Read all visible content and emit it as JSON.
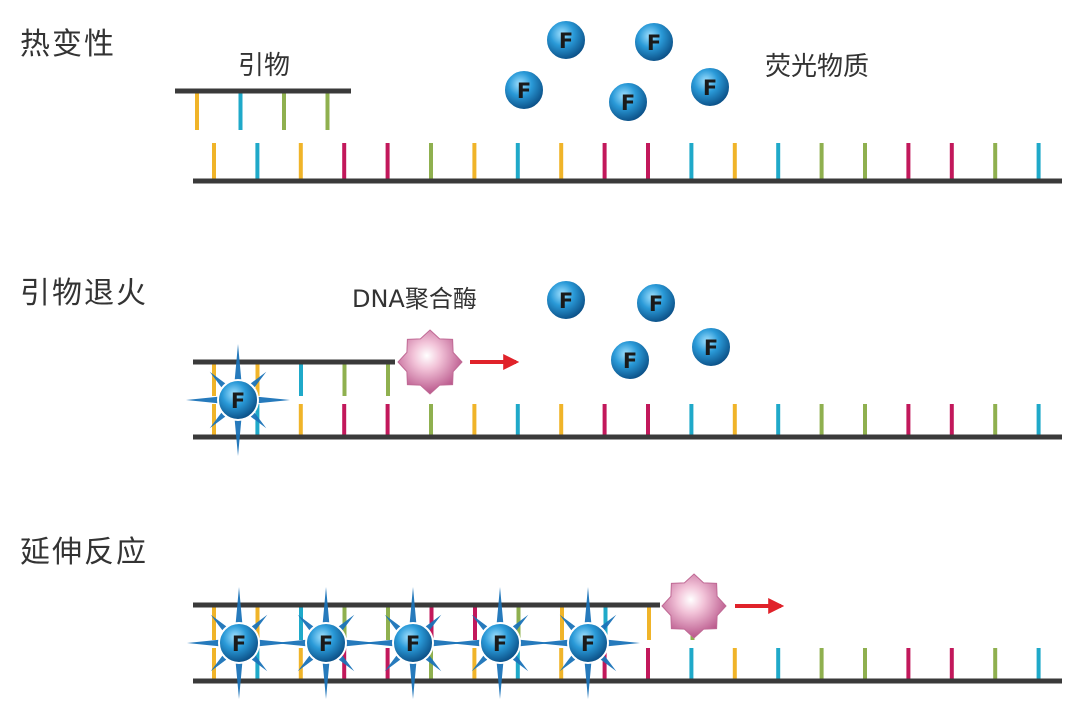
{
  "colors": {
    "strand": "#3a3a3a",
    "base_yellow": "#f0b429",
    "base_cyan": "#1fa9c9",
    "base_green": "#8fb04f",
    "base_magenta": "#c2185b",
    "fluor_light": "#7fd0f5",
    "fluor_mid": "#1c8fd0",
    "fluor_dark": "#0b4f86",
    "burst": "#1a73b8",
    "polymerase_light": "#fbe0ec",
    "polymerase_mid": "#d87aa3",
    "polymerase_dark": "#b55583",
    "arrow": "#e0222a",
    "text": "#333333"
  },
  "fluorophore_symbol": "F",
  "stages": [
    {
      "label": "热变性",
      "primer_label": "引物",
      "fluor_label": "荧光物质",
      "template_bases": [
        "yellow",
        "cyan",
        "yellow",
        "magenta",
        "magenta",
        "green",
        "yellow",
        "cyan",
        "yellow",
        "magenta",
        "magenta",
        "cyan",
        "yellow",
        "cyan",
        "green",
        "green",
        "magenta",
        "magenta",
        "green",
        "cyan"
      ],
      "primer_bases": [
        "yellow",
        "cyan",
        "green",
        "green"
      ]
    },
    {
      "label": "引物退火",
      "enzyme_label": "DNA聚合酶",
      "template_bases": [
        "yellow",
        "cyan",
        "yellow",
        "magenta",
        "magenta",
        "green",
        "yellow",
        "cyan",
        "yellow",
        "magenta",
        "magenta",
        "cyan",
        "yellow",
        "cyan",
        "green",
        "green",
        "magenta",
        "magenta",
        "green",
        "cyan"
      ],
      "primer_bases": [
        "yellow",
        "yellow",
        "cyan",
        "green",
        "green"
      ]
    },
    {
      "label": "延伸反应",
      "template_bases": [
        "yellow",
        "cyan",
        "yellow",
        "magenta",
        "magenta",
        "green",
        "yellow",
        "cyan",
        "yellow",
        "magenta",
        "magenta",
        "cyan",
        "yellow",
        "cyan",
        "green",
        "green",
        "magenta",
        "magenta",
        "green",
        "cyan"
      ],
      "primer_bases": [
        "yellow",
        "yellow",
        "cyan",
        "green",
        "green",
        "magenta",
        "magenta",
        "green",
        "yellow",
        "cyan",
        "yellow",
        "green"
      ]
    }
  ]
}
